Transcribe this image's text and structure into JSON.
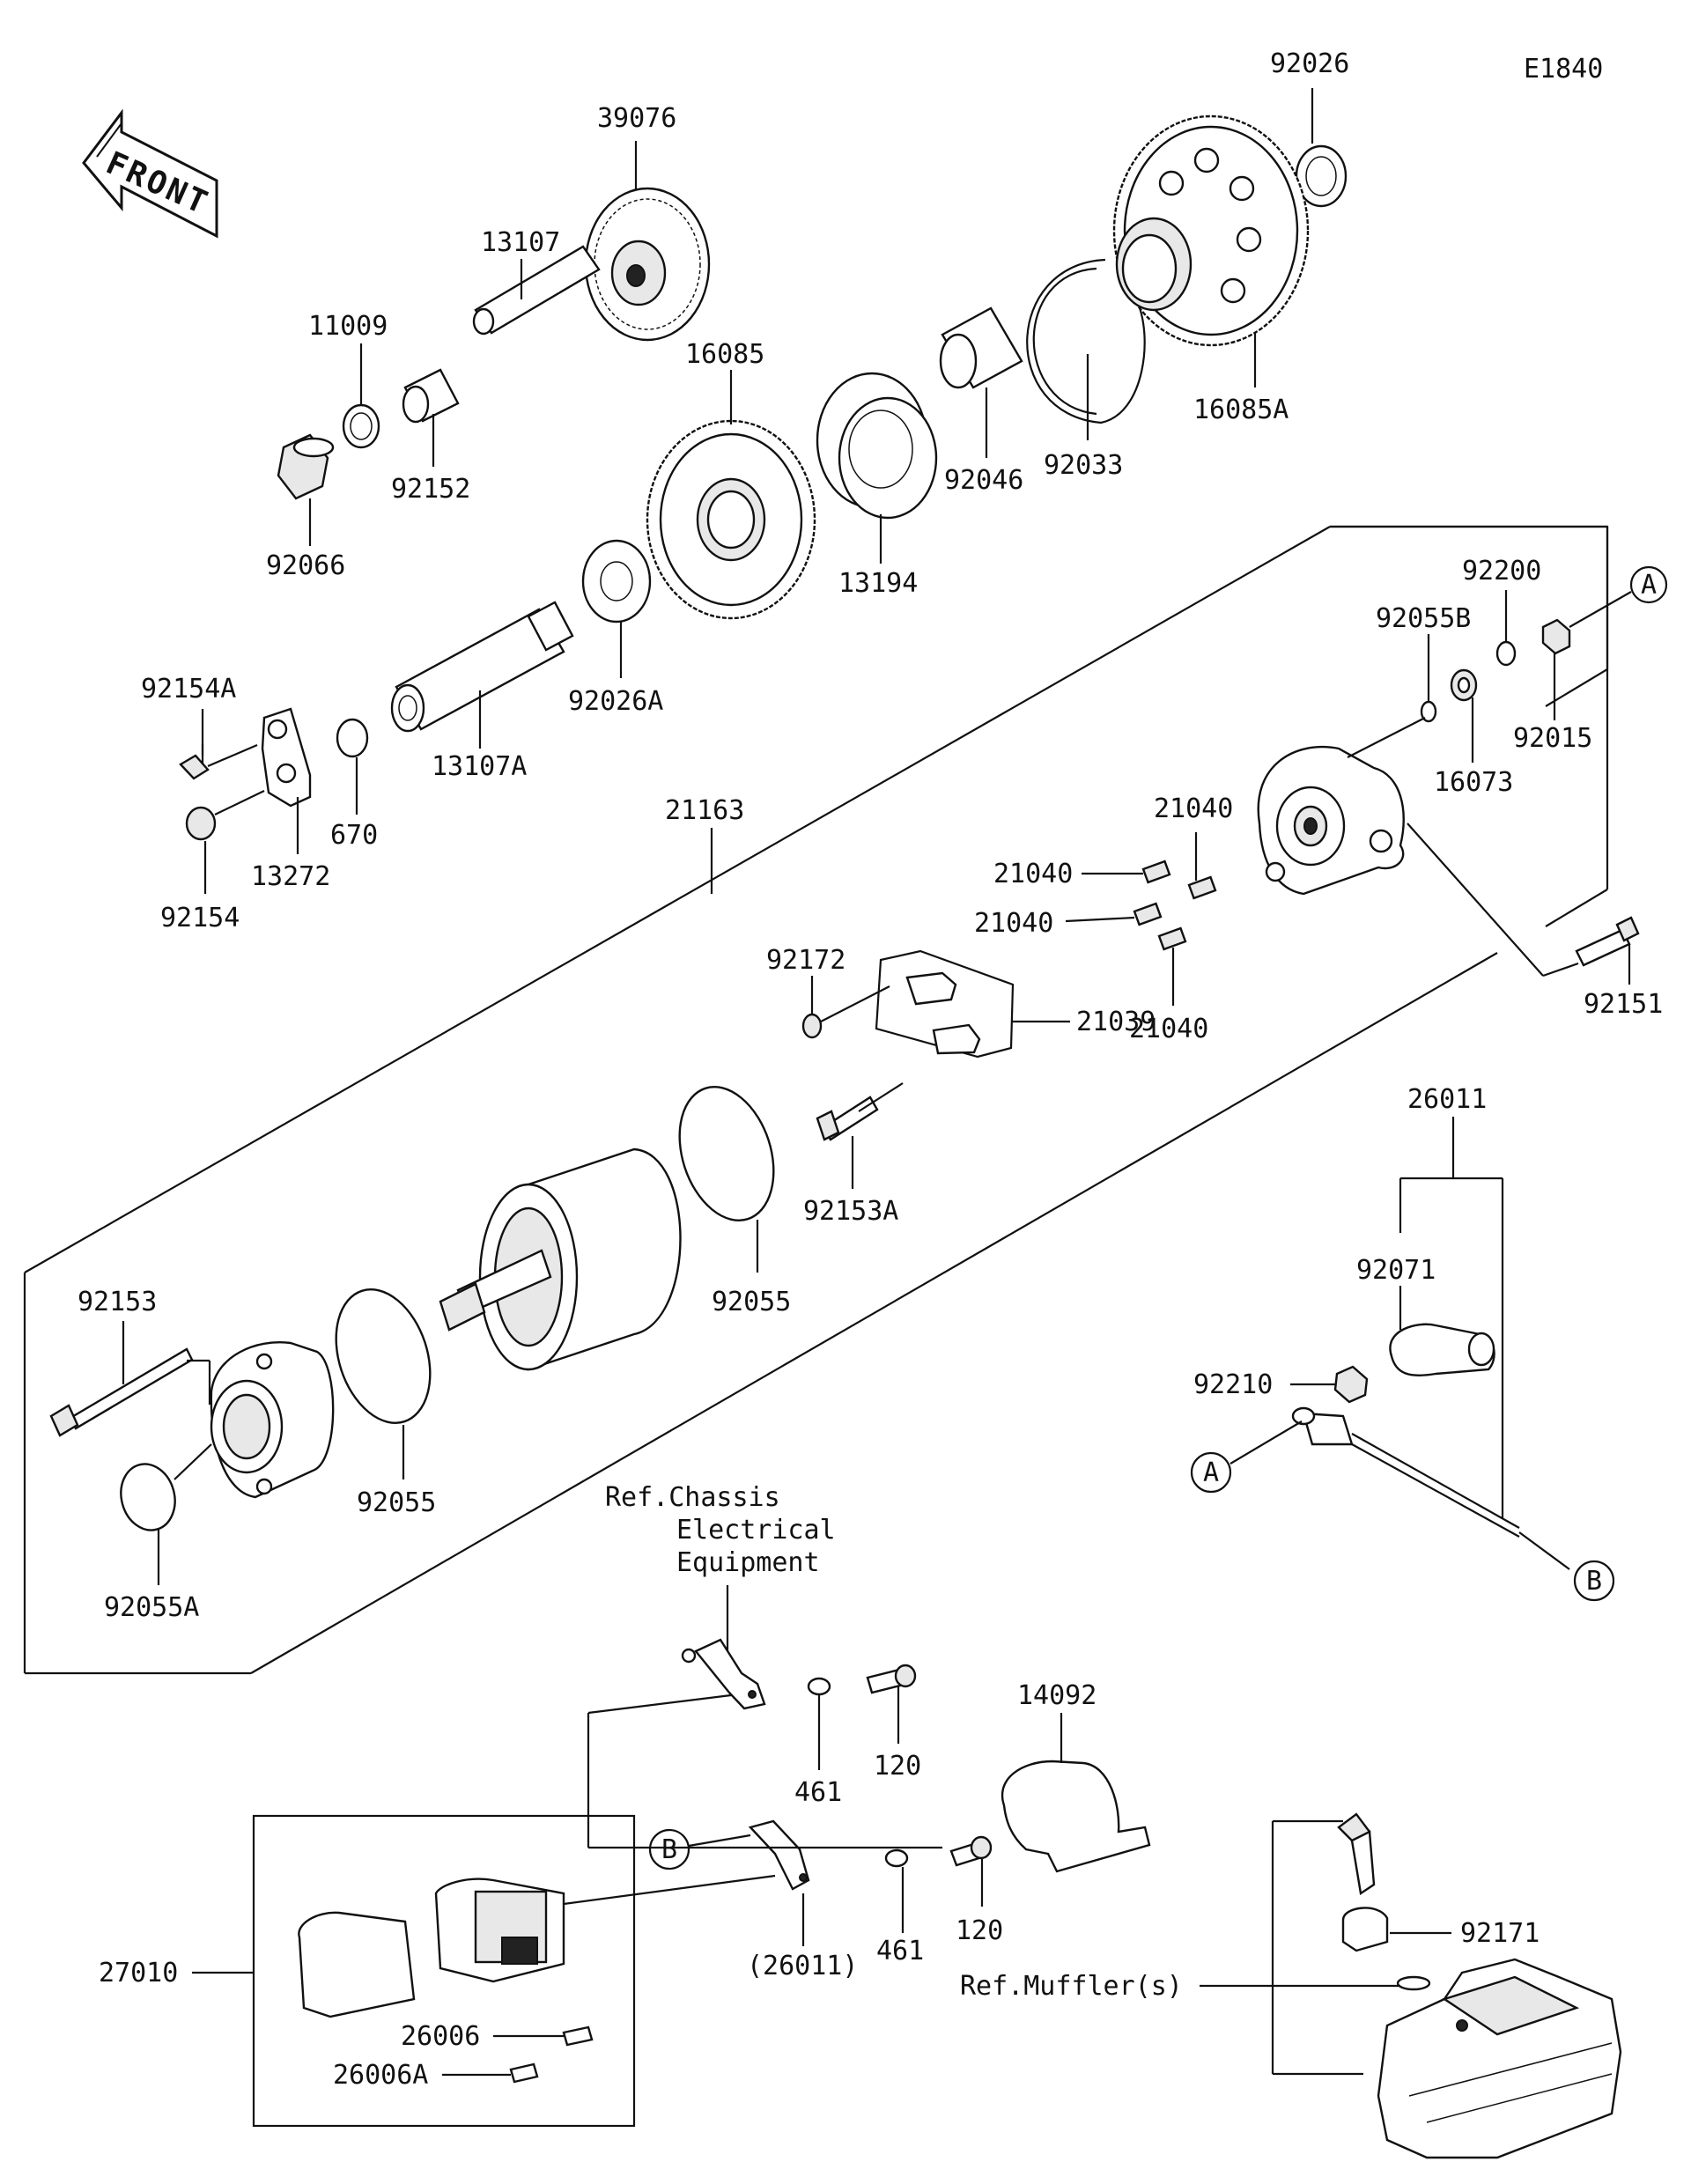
{
  "diagram_code": "E1840",
  "front_label": "FRONT",
  "callouts": {
    "a": "A",
    "b": "B"
  },
  "parts": {
    "p92026": "92026",
    "p39076": "39076",
    "p13107": "13107",
    "p11009": "11009",
    "p16085": "16085",
    "p92152": "92152",
    "p92066": "92066",
    "p92046": "92046",
    "p92033": "92033",
    "p16085A": "16085A",
    "p13194": "13194",
    "p92026A": "92026A",
    "p13107A": "13107A",
    "p92154A": "92154A",
    "p670": "670",
    "p13272": "13272",
    "p92154": "92154",
    "p21163": "21163",
    "p92200": "92200",
    "p92055B": "92055B",
    "p92015": "92015",
    "p16073": "16073",
    "p21040_a": "21040",
    "p21040_b": "21040",
    "p21040_c": "21040",
    "p21040_d": "21040",
    "p92172": "92172",
    "p21039": "21039",
    "p92151": "92151",
    "p92153A": "92153A",
    "p26011": "26011",
    "p92055_a": "92055",
    "p92055_b": "92055",
    "p92153": "92153",
    "p92071": "92071",
    "p92210": "92210",
    "p92055A": "92055A",
    "p461_a": "461",
    "p120_a": "120",
    "p14092": "14092",
    "p461_b": "461",
    "p120_b": "120",
    "p26011_ref": "(26011)",
    "p92171": "92171",
    "p27010": "27010",
    "p26006": "26006",
    "p26006A": "26006A"
  },
  "references": {
    "chassis_line1": "Ref.Chassis",
    "chassis_line2": "Electrical",
    "chassis_line3": "Equipment",
    "muffler": "Ref.Muffler(s)"
  }
}
